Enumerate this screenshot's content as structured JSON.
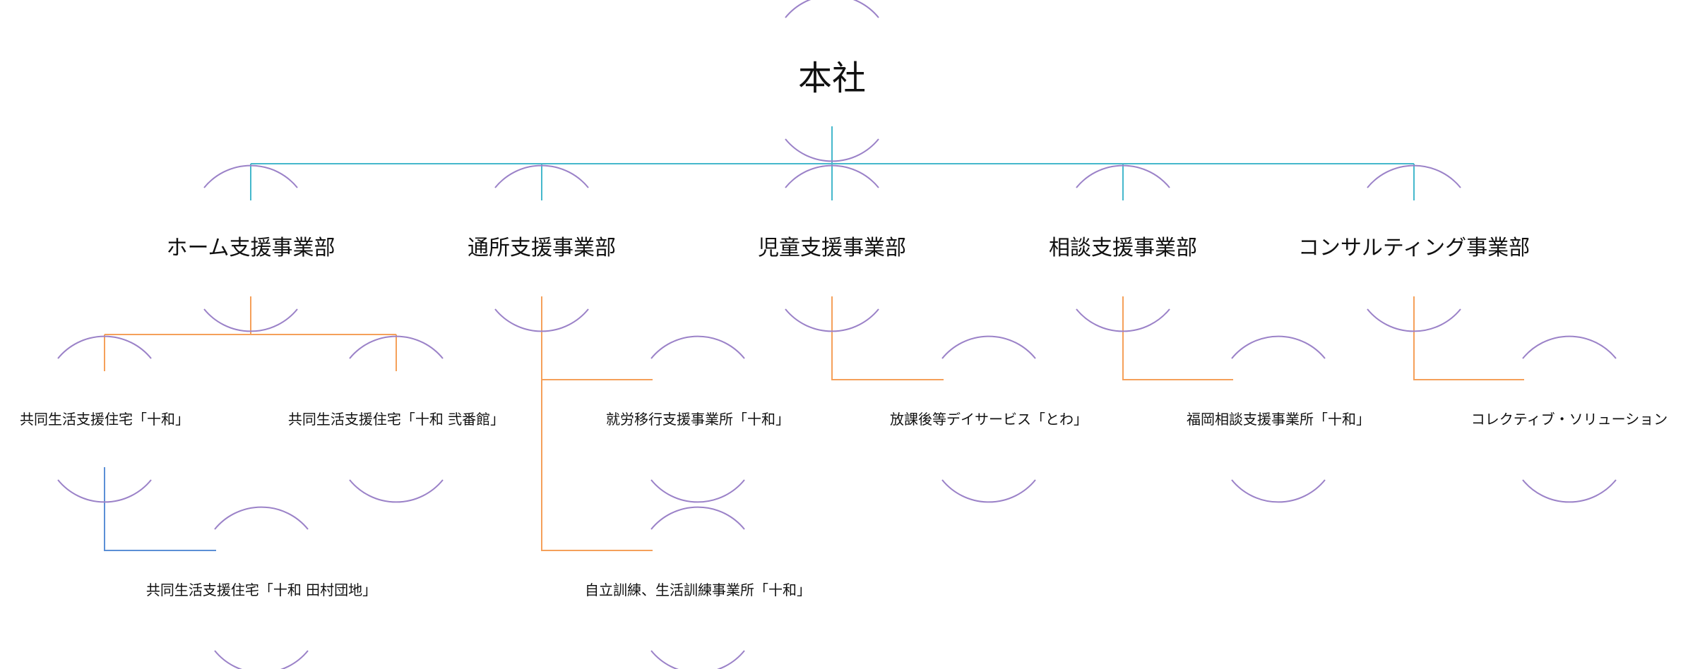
{
  "colors": {
    "node_arc": "#9b82c8",
    "root_connector": "#45b8cc",
    "division_connector": "#f5a05a",
    "sub_connector": "#5b8fd6",
    "text": "#111111",
    "background": "#ffffff"
  },
  "root": {
    "id": "honsha",
    "label": "本社"
  },
  "divisions": [
    {
      "id": "home",
      "label": "ホーム支援事業部"
    },
    {
      "id": "tsusho",
      "label": "通所支援事業部"
    },
    {
      "id": "jido",
      "label": "児童支援事業部"
    },
    {
      "id": "sodan",
      "label": "相談支援事業部"
    },
    {
      "id": "consulting",
      "label": "コンサルティング事業部"
    }
  ],
  "offices": [
    {
      "id": "home-towa",
      "parent": "home",
      "label": "共同生活支援住宅「十和」"
    },
    {
      "id": "home-nibankan",
      "parent": "home",
      "label": "共同生活支援住宅「十和 弐番館」"
    },
    {
      "id": "home-tamura",
      "parent": "home-towa",
      "label": "共同生活支援住宅「十和 田村団地」"
    },
    {
      "id": "tsusho-shuro",
      "parent": "tsusho",
      "label": "就労移行支援事業所「十和」"
    },
    {
      "id": "tsusho-jiritsu",
      "parent": "tsusho",
      "label": "自立訓練、生活訓練事業所「十和」"
    },
    {
      "id": "jido-hokago",
      "parent": "jido",
      "label": "放課後等デイサービス「とわ」"
    },
    {
      "id": "sodan-fukuoka",
      "parent": "sodan",
      "label": "福岡相談支援事業所「十和」"
    },
    {
      "id": "consulting-collective",
      "parent": "consulting",
      "label": "コレクティブ・ソリューション"
    }
  ]
}
